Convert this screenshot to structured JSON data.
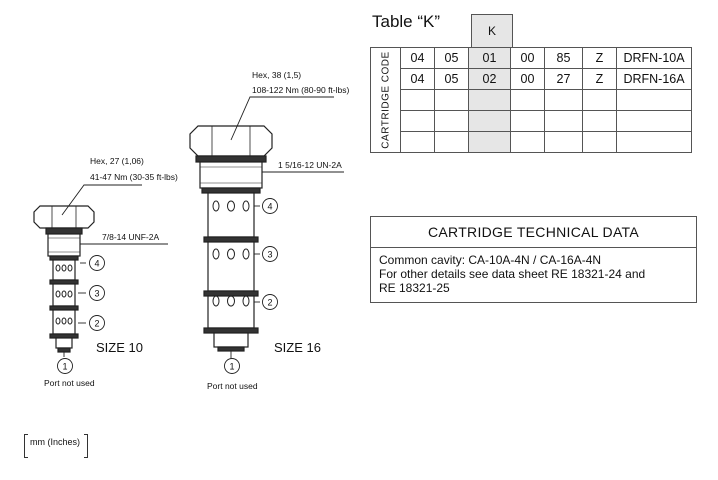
{
  "table_k": {
    "title": "Table “K”",
    "k_header": "K",
    "row_header": "CARTRIDGE CODE",
    "rows": [
      [
        "04",
        "05",
        "01",
        "00",
        "85",
        "Z",
        "DRFN-10A"
      ],
      [
        "04",
        "05",
        "02",
        "00",
        "27",
        "Z",
        "DRFN-16A"
      ],
      [
        "",
        "",
        "",
        "",
        "",
        "",
        ""
      ],
      [
        "",
        "",
        "",
        "",
        "",
        "",
        ""
      ],
      [
        "",
        "",
        "",
        "",
        "",
        "",
        ""
      ]
    ]
  },
  "tech_data": {
    "title": "CARTRIDGE TECHNICAL DATA",
    "line1": "Common cavity: CA-10A-4N / CA-16A-4N",
    "line2": "For other details see data sheet RE 18321-24 and",
    "line3": "RE 18321-25"
  },
  "size10": {
    "hex": "Hex, 27 (1,06)",
    "torque": "41-47 Nm (30-35 ft-lbs)",
    "thread": "7/8-14 UNF-2A",
    "port4": "4",
    "port3": "3",
    "port2": "2",
    "port1": "1",
    "size_label": "SIZE 10",
    "port_note": "Port not used"
  },
  "size16": {
    "hex": "Hex, 38 (1,5)",
    "torque": "108-122 Nm (80-90 ft-lbs)",
    "thread": "1 5/16-12 UN-2A",
    "port4": "4",
    "port3": "3",
    "port2": "2",
    "port1": "1",
    "size_label": "SIZE 16",
    "port_note": "Port not used"
  },
  "units_note": "mm (Inches)",
  "colors": {
    "k_column": "#e6e6e6",
    "line": "#555555"
  }
}
